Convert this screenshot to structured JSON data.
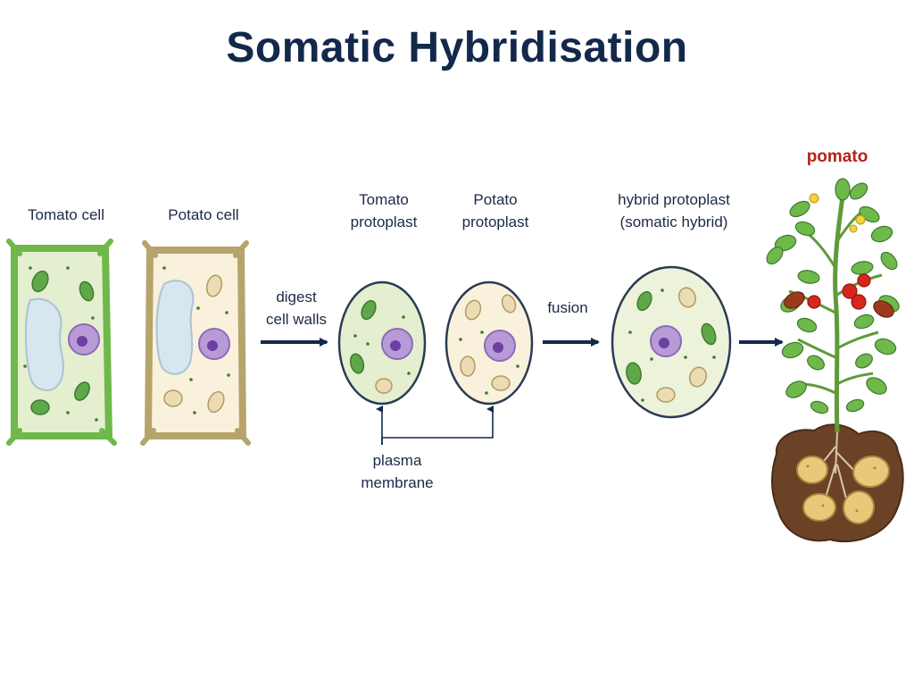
{
  "title": "Somatic Hybridisation",
  "labels": {
    "tomato_cell": "Tomato cell",
    "potato_cell": "Potato cell",
    "digest": "digest\ncell walls",
    "tomato_protoplast": "Tomato\nprotoplast",
    "potato_protoplast": "Potato\nprotoplast",
    "fusion": "fusion",
    "hybrid": "hybrid protoplast\n(somatic hybrid)",
    "plasma": "plasma\nmembrane",
    "pomato": "pomato"
  },
  "colors": {
    "title": "#13294b",
    "tomato_wall": "#6fb84a",
    "potato_wall": "#b6a46c",
    "chloroplast": "#5fa84a",
    "amyloplast": "#ecdcb4",
    "nucleus": "#b89bd6",
    "nucleolus": "#6d3fa0",
    "arrow": "#13294b",
    "fruit": "#d7261e",
    "soil": "#6b4226"
  }
}
